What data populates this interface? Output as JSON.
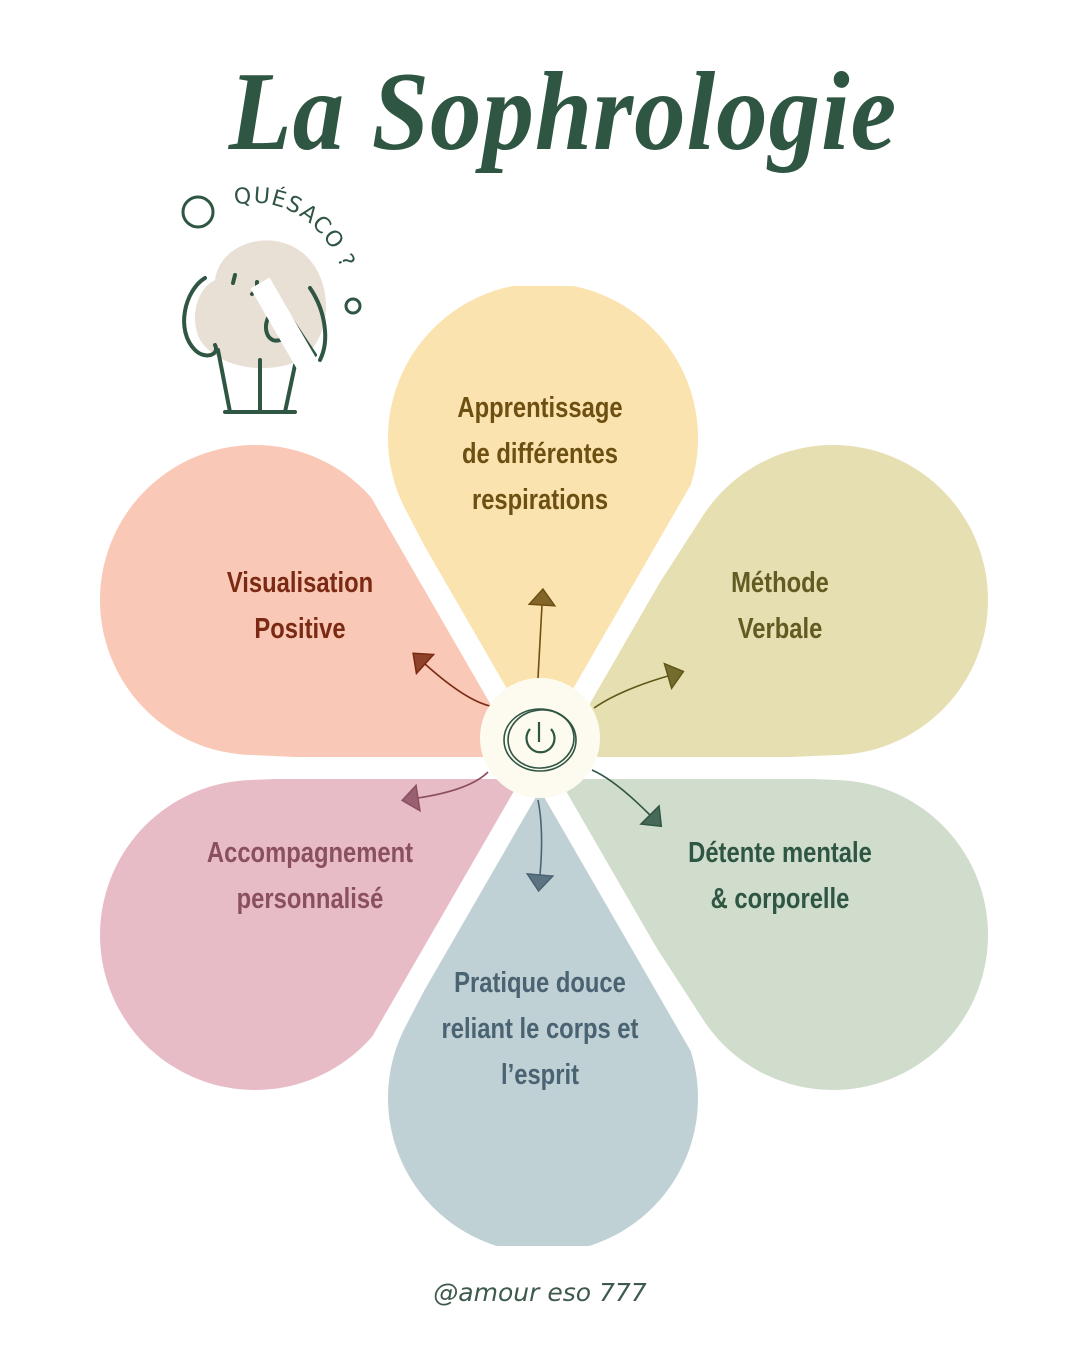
{
  "title": "La Sophrologie",
  "mascot": {
    "caption": "QUÉSACO ?",
    "icon": "thinking-character-icon"
  },
  "center": {
    "icon": "power-icon"
  },
  "petals": [
    {
      "id": "top",
      "label_lines": [
        "Apprentissage",
        "de différentes",
        "respirations"
      ],
      "fill": "#fae3ae",
      "text_color": "#6e4f12",
      "arrow_color": "#6e4f12"
    },
    {
      "id": "upper-right",
      "label_lines": [
        "Méthode",
        "Verbale"
      ],
      "fill": "#e6dfb2",
      "text_color": "#625c22",
      "arrow_color": "#5f5818"
    },
    {
      "id": "lower-right",
      "label_lines": [
        "Détente mentale",
        "& corporelle"
      ],
      "fill": "#d0ddcc",
      "text_color": "#2f5543",
      "arrow_color": "#2f5543"
    },
    {
      "id": "bottom",
      "label_lines": [
        "Pratique douce",
        "reliant le corps et",
        "l’esprit"
      ],
      "fill": "#c0d1d5",
      "text_color": "#4a6372",
      "arrow_color": "#4a6372"
    },
    {
      "id": "lower-left",
      "label_lines": [
        "Accompagnement",
        "personnalisé"
      ],
      "fill": "#e8bcc6",
      "text_color": "#8a5060",
      "arrow_color": "#8a5060"
    },
    {
      "id": "upper-left",
      "label_lines": [
        "Visualisation",
        "Positive"
      ],
      "fill": "#fac8b6",
      "text_color": "#7a2a12",
      "arrow_color": "#7a2a12"
    }
  ],
  "footer": "@amour eso 777",
  "colors": {
    "brand_green": "#2f5543",
    "center_fill": "#fdfbf0",
    "mascot_body": "#e8e0d5"
  }
}
